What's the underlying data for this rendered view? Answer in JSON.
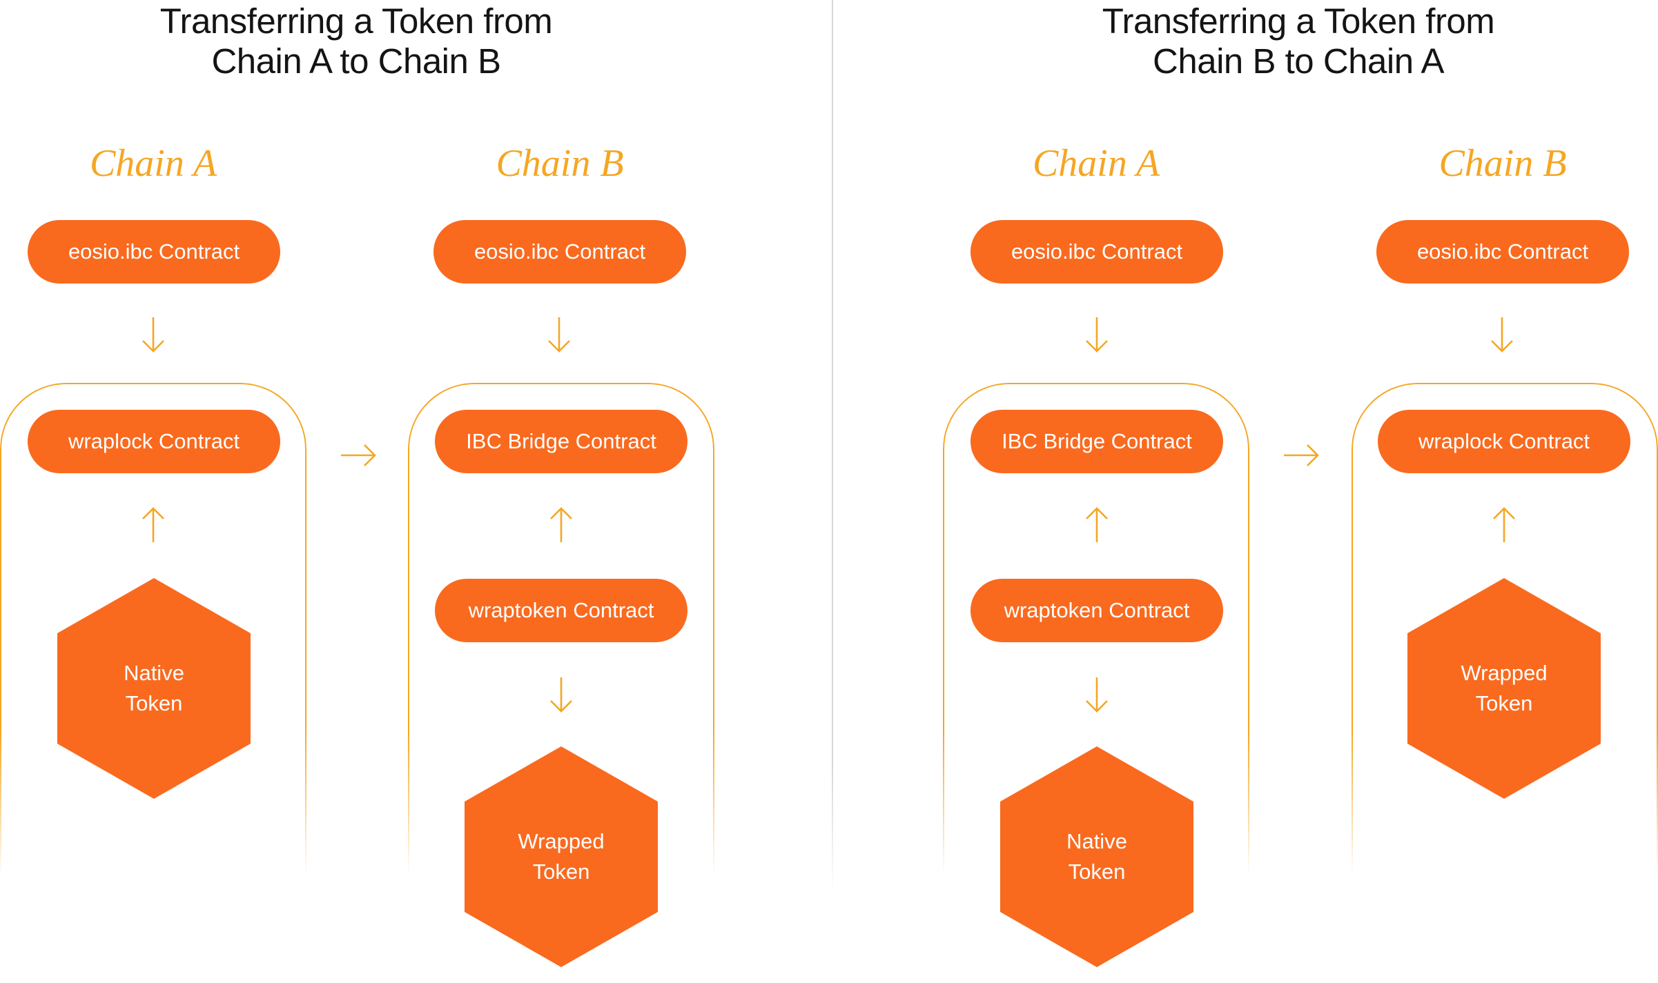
{
  "colors": {
    "node_fill": "#F96A1F",
    "accent": "#F5A623",
    "title_text": "#141414",
    "divider": "#d6d6d6"
  },
  "panels": [
    {
      "title_line1": "Transferring a Token from",
      "title_line2": "Chain A to Chain B",
      "columns": [
        {
          "label": "Chain A",
          "top_node": "eosio.ibc Contract",
          "group_nodes": [
            "wraplock Contract"
          ],
          "token": {
            "line1": "Native",
            "line2": "Token"
          }
        },
        {
          "label": "Chain B",
          "top_node": "eosio.ibc Contract",
          "group_nodes": [
            "IBC Bridge Contract",
            "wraptoken Contract"
          ],
          "token": {
            "line1": "Wrapped",
            "line2": "Token"
          }
        }
      ]
    },
    {
      "title_line1": "Transferring a Token from",
      "title_line2": "Chain B to Chain A",
      "columns": [
        {
          "label": "Chain A",
          "top_node": "eosio.ibc Contract",
          "group_nodes": [
            "IBC Bridge Contract",
            "wraptoken Contract"
          ],
          "token": {
            "line1": "Native",
            "line2": "Token"
          }
        },
        {
          "label": "Chain B",
          "top_node": "eosio.ibc Contract",
          "group_nodes": [
            "wraplock Contract"
          ],
          "token": {
            "line1": "Wrapped",
            "line2": "Token"
          }
        }
      ]
    }
  ],
  "icons": {
    "down_arrow": "arrow-down-icon",
    "up_arrow": "arrow-up-icon",
    "right_arrow": "arrow-right-icon"
  }
}
